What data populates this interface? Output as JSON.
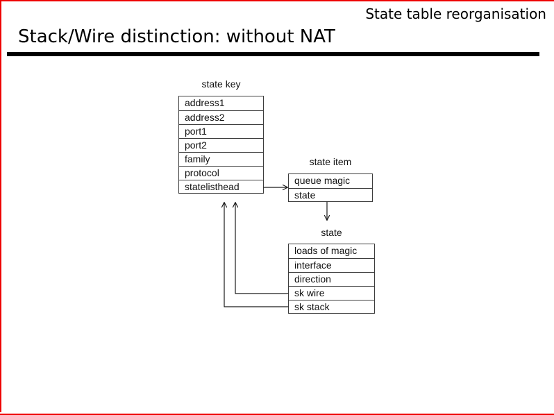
{
  "slide": {
    "header_label": "State table reorganisation",
    "title": "Stack/Wire distinction: without NAT",
    "accent_color": "#ee0000",
    "rule_color": "#000000"
  },
  "diagram": {
    "tables": [
      {
        "name": "state key",
        "rows": [
          "address1",
          "address2",
          "port1",
          "port2",
          "family",
          "protocol",
          "statelisthead"
        ]
      },
      {
        "name": "state item",
        "rows": [
          "queue magic",
          "state"
        ]
      },
      {
        "name": "state",
        "rows": [
          "loads of magic",
          "interface",
          "direction",
          "sk wire",
          "sk stack"
        ]
      }
    ],
    "connections": [
      {
        "from": "state key / statelisthead",
        "to": "state item",
        "direction": "right"
      },
      {
        "from": "state item / state",
        "to": "state",
        "direction": "down"
      },
      {
        "from": "state / sk wire",
        "to": "state key",
        "direction": "up"
      },
      {
        "from": "state / sk stack",
        "to": "state key",
        "direction": "up"
      }
    ]
  }
}
